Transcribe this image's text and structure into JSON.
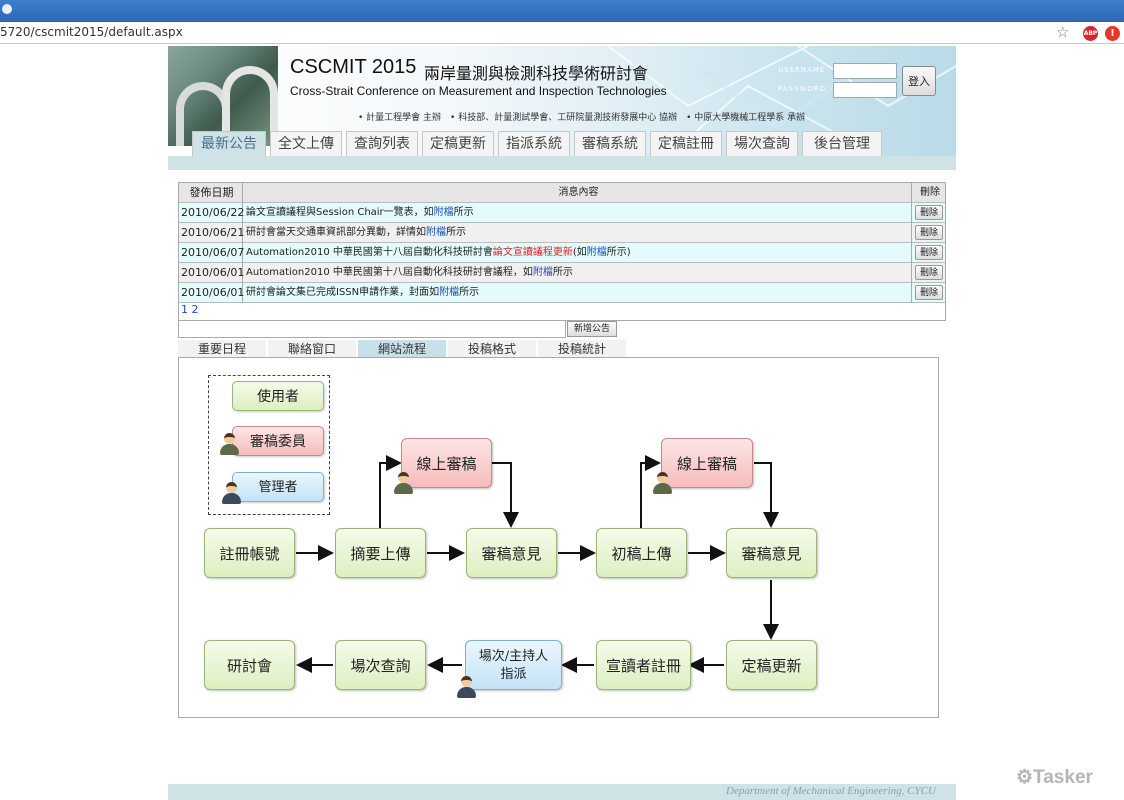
{
  "browser": {
    "url": "5720/cscmit2015/default.aspx"
  },
  "banner": {
    "title": "CSCMIT 2015",
    "title_zh": "兩岸量測與檢測科技學術研討會",
    "subtitle": "Cross-Strait Conference on Measurement and Inspection Technologies",
    "sponsors": "• 計量工程學會 主辦　• 科技部、計量測試學會、工研院量測技術發展中心 協辦　• 中原大學機械工程學系 承辦",
    "username_label": "USERNAME",
    "password_label": "PASSWORD",
    "login_label": "登入"
  },
  "nav": {
    "tabs": [
      "最新公告",
      "全文上傳",
      "查詢列表",
      "定稿更新",
      "指派系統",
      "審稿系統",
      "定稿註冊",
      "場次查詢",
      "後台管理"
    ],
    "active": "最新公告"
  },
  "news": {
    "headers": {
      "date": "發佈日期",
      "content": "消息內容",
      "delete": "刪除"
    },
    "rows": [
      {
        "date": "2010/06/22",
        "pre": "論文宣讀議程與Session Chair一覽表，如",
        "link": "附檔",
        "post": "所示"
      },
      {
        "date": "2010/06/21",
        "pre": "研討會當天交通車資訊部分異動，詳情如",
        "link": "附檔",
        "post": "所示"
      },
      {
        "date": "2010/06/07",
        "pre": "Automation2010 中華民國第十八屆自動化科技研討會",
        "red": "論文宣讀議程更新",
        "mid": "(如",
        "link": "附檔",
        "post": "所示)"
      },
      {
        "date": "2010/06/01",
        "pre": "Automation2010 中華民國第十八屆自動化科技研討會議程，如",
        "link": "附檔",
        "post": "所示"
      },
      {
        "date": "2010/06/01",
        "pre": "研討會論文集已完成ISSN申請作業，封面如",
        "link": "附檔",
        "post": "所示"
      }
    ],
    "delete_label": "刪除",
    "pager": "1 2",
    "add_label": "新增公告"
  },
  "lower_tabs": {
    "tabs": [
      "重要日程",
      "聯絡窗口",
      "網站流程",
      "投稿格式",
      "投稿統計"
    ],
    "active": "網站流程"
  },
  "flow": {
    "legend": {
      "user": "使用者",
      "reviewer": "審稿委員",
      "admin": "管理者"
    },
    "register": "註冊帳號",
    "abstract_upload": "摘要上傳",
    "online_review_1": "線上審稿",
    "review_comment_1": "審稿意見",
    "first_upload": "初稿上傳",
    "online_review_2": "線上審稿",
    "review_comment_2": "審稿意見",
    "final_update": "定稿更新",
    "presenter_register": "宣讀者註冊",
    "session_assign_line1": "場次/主持人",
    "session_assign_line2": "指派",
    "session_query": "場次查詢",
    "conference": "研討會"
  },
  "footer": {
    "text": "Department of Mechanical Engineering, CYCU",
    "watermark": "Tasker"
  }
}
